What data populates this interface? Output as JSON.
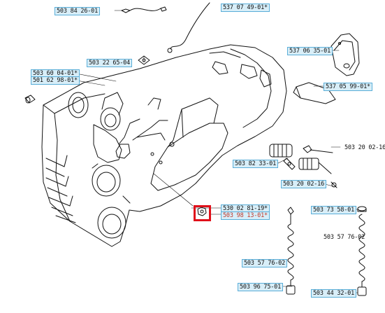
{
  "diagram": {
    "highlight_color": "#e0101a",
    "label_fill": "#d8eef8",
    "label_border": "#5aaed8",
    "parts": [
      {
        "id": "p1",
        "label": "503 84 26-01",
        "style": "boxed"
      },
      {
        "id": "p2",
        "label": "537 07 49-01*",
        "style": "boxed"
      },
      {
        "id": "p3",
        "label": "537 06 35-01",
        "style": "boxed"
      },
      {
        "id": "p4",
        "label": "503 22 65-04",
        "style": "boxed"
      },
      {
        "id": "p5",
        "label": "503 60 04-01*",
        "style": "boxed"
      },
      {
        "id": "p6",
        "label": "501 62 98-01*",
        "style": "boxed"
      },
      {
        "id": "p7",
        "label": "537 05 99-01*",
        "style": "boxed"
      },
      {
        "id": "p8",
        "label": "503 20 02-16",
        "style": "plain"
      },
      {
        "id": "p9",
        "label": "503 82 33-01",
        "style": "boxed"
      },
      {
        "id": "p10",
        "label": "503 20 02-16",
        "style": "boxed"
      },
      {
        "id": "p11",
        "label": "530 02 81-19*",
        "style": "boxed"
      },
      {
        "id": "p12",
        "label": "503 98 13-01*",
        "style": "boxed",
        "highlighted": true
      },
      {
        "id": "p13",
        "label": "503 73 58-01",
        "style": "boxed"
      },
      {
        "id": "p14",
        "label": "503 57 76-02",
        "style": "plain"
      },
      {
        "id": "p15",
        "label": "503 57 76-02",
        "style": "boxed"
      },
      {
        "id": "p16",
        "label": "503 96 75-01",
        "style": "boxed"
      },
      {
        "id": "p17",
        "label": "503 44 32-01",
        "style": "boxed"
      }
    ]
  }
}
